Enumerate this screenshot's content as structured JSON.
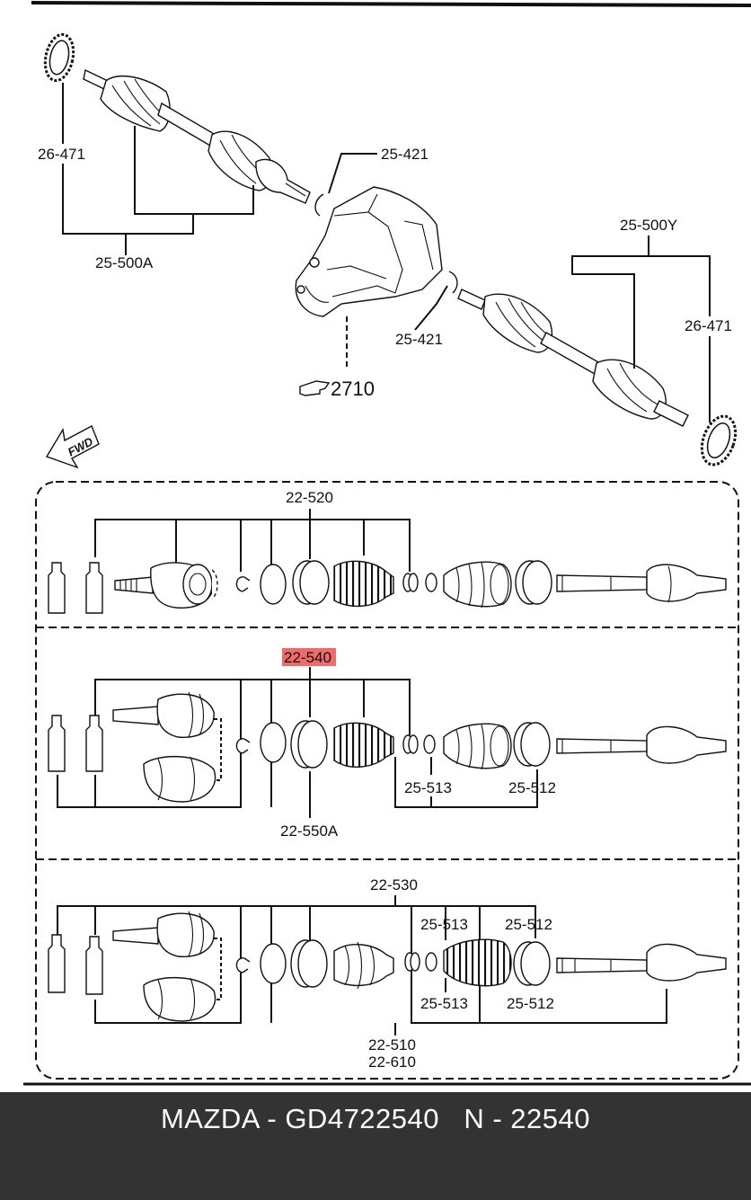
{
  "labels": {
    "l26471a": "26-471",
    "l25421a": "25-421",
    "l25500a": "25-500A",
    "l25500y": "25-500Y",
    "l26471b": "26-471",
    "l25421b": "25-421",
    "l2710": "2710",
    "fwd": "FWD",
    "l22520": "22-520",
    "l22540": "22-540",
    "l22550a": "22-550A",
    "l25513a": "25-513",
    "l25512a": "25-512",
    "l22530": "22-530",
    "l25513b": "25-513",
    "l25512b": "25-512",
    "l25513c": "25-513",
    "l25512c": "25-512",
    "l22510": "22-510",
    "l22610": "22-610"
  },
  "highlight_color": "#f26b6b",
  "footer": {
    "title": "MAZDA - GD4722540   N - 22540",
    "background": "#333333",
    "text_color": "#ffffff"
  }
}
